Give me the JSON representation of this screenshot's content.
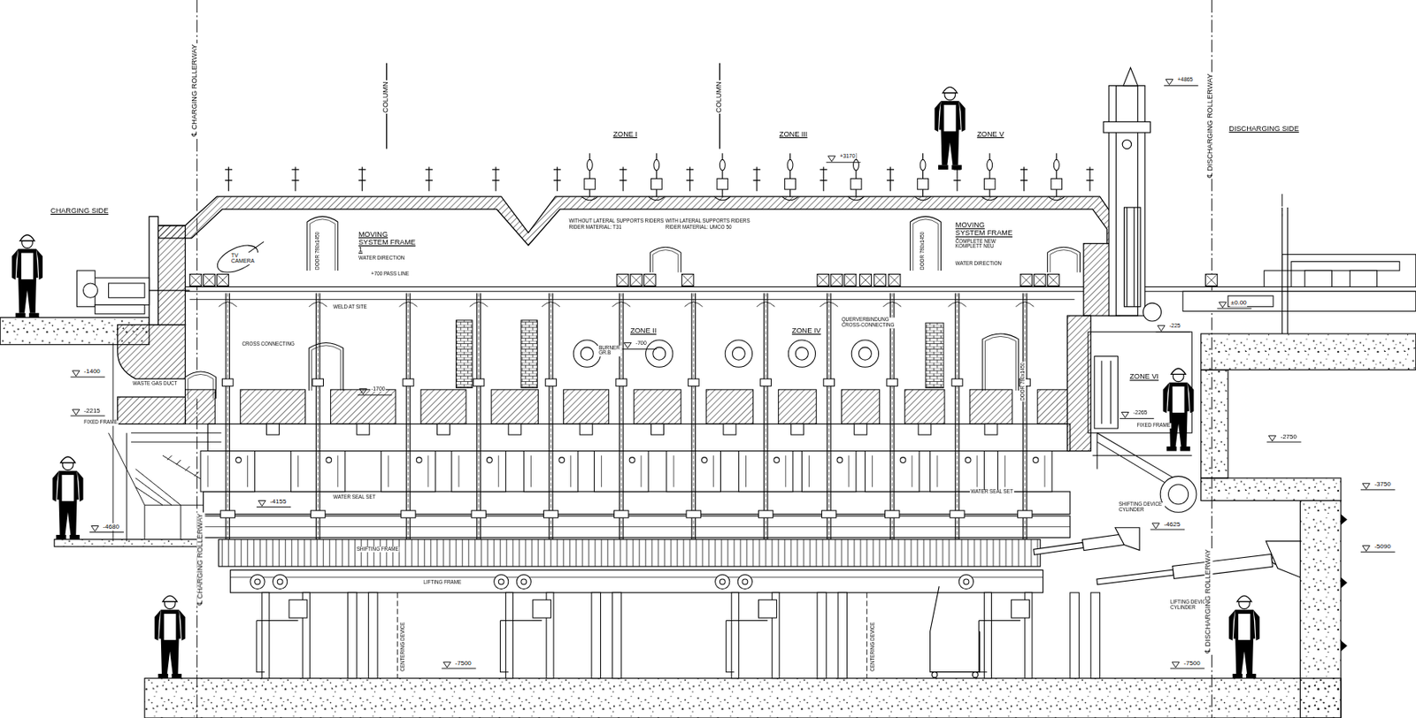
{
  "diagram": {
    "labels": [
      "℄ CHARGING ROLLERWAY",
      "COLUMN",
      "COLUMN",
      "ZONE I",
      "ZONE III",
      "ZONE V",
      "+4865",
      "+3170",
      "℄ DISCHARGING ROLLERWAY",
      "DISCHARGING SIDE",
      "CHARGING SIDE",
      "MOVING SYSTEM FRAME 1",
      "DOOR 780x1450",
      "TV CAMERA",
      "WATER DIRECTION",
      "+700 PASS LINE",
      "WITHOUT LATERAL SUPPORTS RIDERS",
      "RIDER MATERIAL: T31",
      "WITH LATERAL SUPPORTS RIDERS",
      "RIDER MATERIAL: UMCO 50",
      "DOOR 780x1450",
      "MOVING SYSTEM FRAME 2",
      "COMPLETE NEW KOMPLETT NEU",
      "WATER DIRECTION",
      "±0.00",
      "-225",
      "WELD AT SITE",
      "CROSS CONNECTING",
      "ZONE II",
      "-700",
      "BURNER GR.B",
      "ZONE IV",
      "QUERVERBINDUNG CROSS-CONNECTING",
      "ZONE VI",
      "DOOR 780x1450",
      "-1400",
      "WASTE GAS DUCT",
      "-1700",
      "-2215",
      "FIXED FRAME",
      "-2265",
      "FIXED FRAME",
      "-2750",
      "-3750",
      "WATER SEAL SET",
      "WATER SEAL SET",
      "-4155",
      "SHIFTING DEVICE CYLINDER",
      "-4625",
      "-4680",
      "-5090",
      "SHIFTING FRAME",
      "LIFTING FRAME",
      "LIFTING DEVICE CYLINDER",
      "℄ CHARGING ROLLERWAY",
      "CENTERING DEVICE",
      "CENTERING DEVICE",
      "-7500",
      "-7500",
      "℄ DISCHARGING ROLLERWAY"
    ]
  }
}
